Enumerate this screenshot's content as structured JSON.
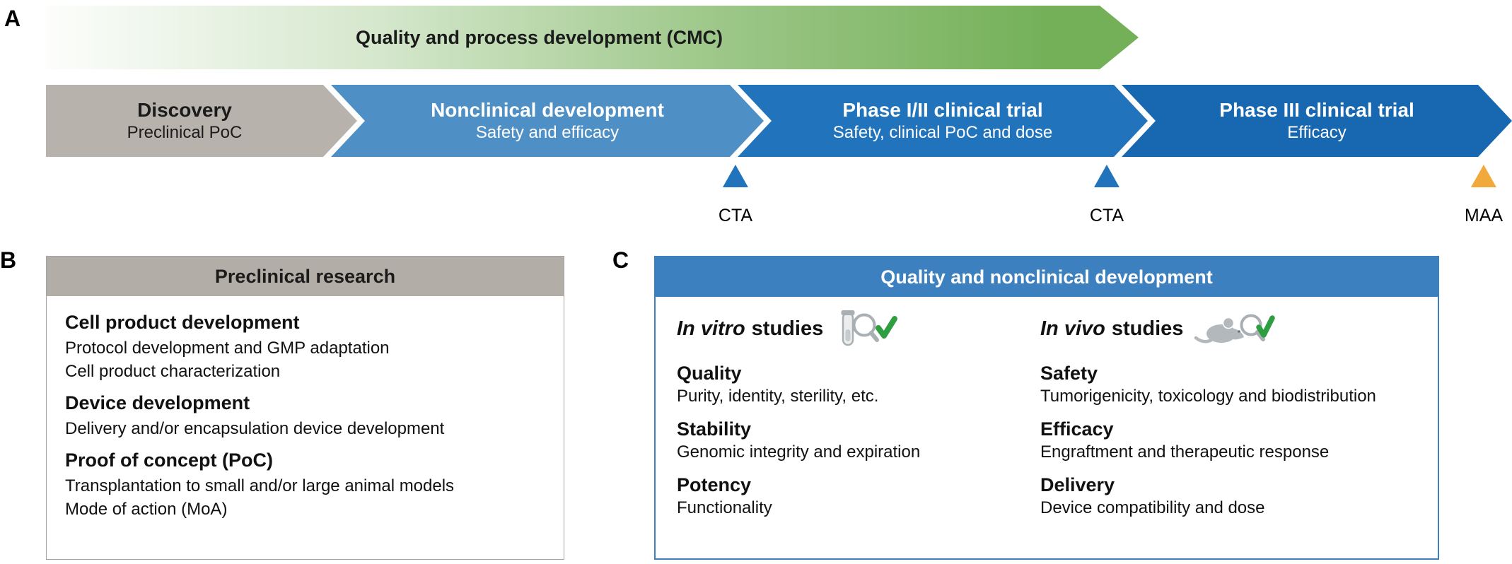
{
  "panel_a": {
    "label": "A",
    "cmc_arrow_label": "Quality and process development (CMC)",
    "stages": [
      {
        "title": "Discovery",
        "subtitle": "Preclinical PoC"
      },
      {
        "title": "Nonclinical development",
        "subtitle": "Safety and efficacy"
      },
      {
        "title": "Phase I/II clinical trial",
        "subtitle": "Safety, clinical PoC and dose"
      },
      {
        "title": "Phase III clinical trial",
        "subtitle": "Efficacy"
      }
    ],
    "milestones": [
      {
        "label": "CTA"
      },
      {
        "label": "CTA"
      },
      {
        "label": "MAA"
      }
    ]
  },
  "panel_b": {
    "label": "B",
    "header": "Preclinical research",
    "sections": [
      {
        "heading": "Cell product development",
        "lines": [
          "Protocol development and GMP adaptation",
          "Cell product characterization"
        ]
      },
      {
        "heading": "Device development",
        "lines": [
          "Delivery and/or encapsulation device development"
        ]
      },
      {
        "heading": "Proof of concept (PoC)",
        "lines": [
          "Transplantation to small and/or large animal models",
          "Mode of action (MoA)"
        ]
      }
    ]
  },
  "panel_c": {
    "label": "C",
    "header": "Quality and nonclinical development",
    "columns": [
      {
        "title_italic": "In vitro",
        "title_rest": "studies",
        "icon": "test-tube-magnifier-check-icon",
        "entries": [
          {
            "term": "Quality",
            "desc": "Purity, identity, sterility, etc."
          },
          {
            "term": "Stability",
            "desc": "Genomic integrity and expiration"
          },
          {
            "term": "Potency",
            "desc": "Functionality"
          }
        ]
      },
      {
        "title_italic": "In vivo",
        "title_rest": "studies",
        "icon": "mouse-magnifier-check-icon",
        "entries": [
          {
            "term": "Safety",
            "desc": "Tumorigenicity, toxicology and biodistribution"
          },
          {
            "term": "Efficacy",
            "desc": "Engraftment and therapeutic response"
          },
          {
            "term": "Delivery",
            "desc": "Device compatibility and dose"
          }
        ]
      }
    ]
  },
  "colors": {
    "cmc_green": "#74b058",
    "stage_gray": "#b8b2ac",
    "stage_blue_medium": "#4e90c5",
    "stage_blue": "#2173bb",
    "stage_blue_dark": "#1767b1",
    "cta_marker_blue": "#2173bb",
    "maa_marker_orange": "#f2a93b",
    "panel_b_header_gray": "#b3ada7",
    "panel_c_header_blue": "#3d80c0",
    "check_green": "#2f9e41",
    "icon_gray": "#aeb4b7"
  }
}
